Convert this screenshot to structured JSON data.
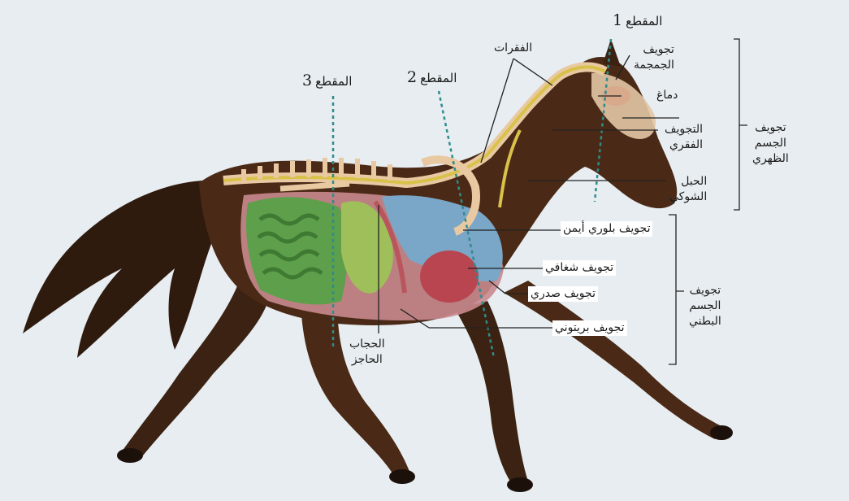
{
  "colors": {
    "background": "#e7edf1",
    "horse": "#4a2a16",
    "bone": "#e9c9a2",
    "spinal_cord": "#d9c24a",
    "intestine": "#5e9f4c",
    "stomach": "#9fbf5a",
    "pleural": "#7aa6c8",
    "pericardial": "#b8454f",
    "section_line": "#2e8c8c",
    "leader": "#222222"
  },
  "sections": {
    "s1": {
      "number": "1",
      "word": "المقطع"
    },
    "s2": {
      "number": "2",
      "word": "المقطع"
    },
    "s3": {
      "number": "3",
      "word": "المقطع"
    }
  },
  "labels": {
    "vertebrae": "الفقرات",
    "cranial_cavity": "تجويف\nالجمجمة",
    "brain": "دماغ",
    "vertebral_canal": "التجويف\nالفقري",
    "spinal_cord": "الحبل\nالشوكي",
    "dorsal_body_cavity": "تجويف\nالجسم\nالظهري",
    "right_pleural_cavity": "تجويف بلوري أيمن",
    "pericardial_cavity": "تجويف شغافي",
    "thoracic_cavity": "تجويف صدري",
    "peritoneal_cavity": "تجويف بريتوني",
    "ventral_body_cavity": "تجويف\nالجسم\nالبطني",
    "diaphragm": "الحجاب\nالحاجز"
  }
}
